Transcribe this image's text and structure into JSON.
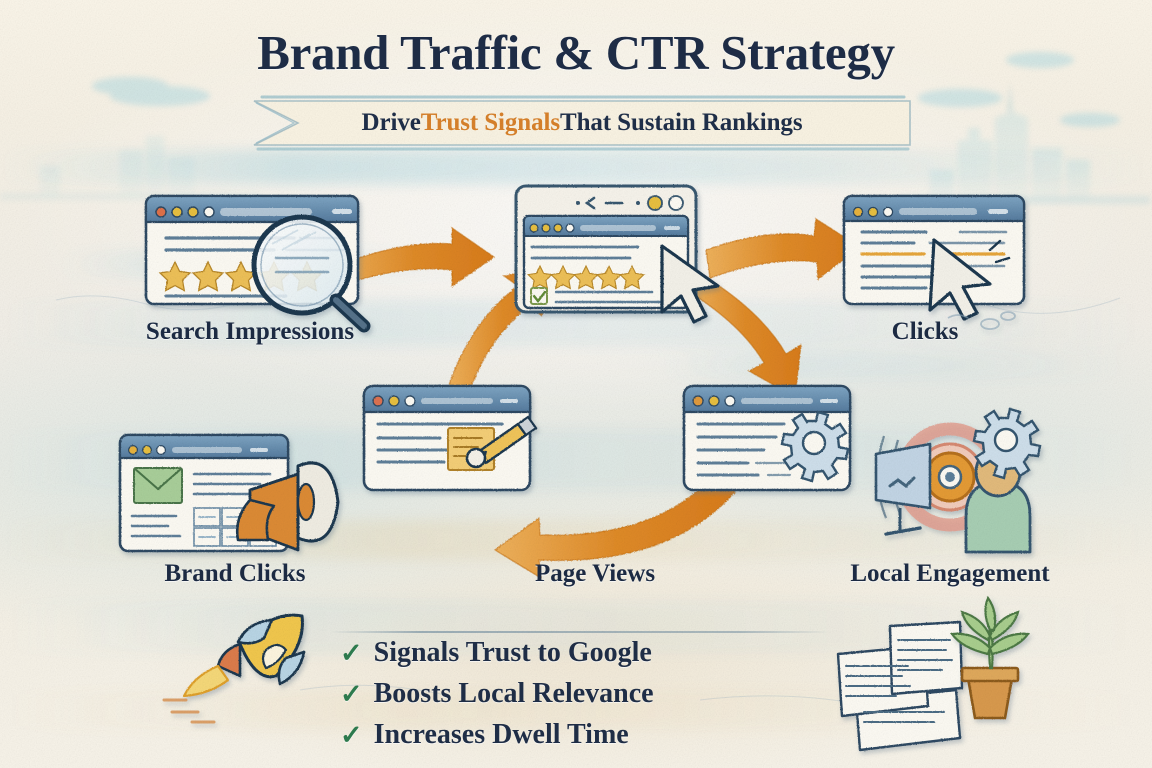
{
  "header": {
    "title": "Brand Traffic & CTR Strategy",
    "subtitle_pre": "Drive ",
    "subtitle_highlight": "Trust Signals",
    "subtitle_post": " That Sustain Rankings",
    "title_color": "#1e2d47",
    "highlight_color": "#d9822b"
  },
  "nodes": [
    {
      "id": "search-impressions",
      "label": "Search Impressions",
      "icon": "browser-window-stars-magnifier-icon"
    },
    {
      "id": "engagement-window",
      "label": "",
      "icon": "browser-window-stars-checkbox-cursor-icon"
    },
    {
      "id": "clicks",
      "label": "Clicks",
      "icon": "browser-window-cursor-icon"
    },
    {
      "id": "brand-clicks",
      "label": "Brand Clicks",
      "icon": "browser-window-envelope-megaphone-icon"
    },
    {
      "id": "page-views",
      "label": "Page Views",
      "icon": "browser-window-note-pencil-icon"
    },
    {
      "id": "local-engagement",
      "label": "Local Engagement",
      "icon": "browser-window-gear-target-person-icon"
    }
  ],
  "arrows": [
    {
      "name": "arrow-impressions-to-center",
      "direction": "right"
    },
    {
      "name": "arrow-center-to-clicks",
      "direction": "right-down"
    },
    {
      "name": "arrow-clicks-to-engagement",
      "direction": "down"
    },
    {
      "name": "arrow-engagement-to-views",
      "direction": "left"
    },
    {
      "name": "arrow-views-to-center",
      "direction": "up-right"
    }
  ],
  "benefits": {
    "check_glyph": "✓",
    "check_color": "#2e7d4f",
    "items": [
      "Signals Trust to Google",
      "Boosts Local Relevance",
      "Increases Dwell Time"
    ]
  },
  "decor": {
    "rocket": "rocket-icon",
    "documents": "documents-stack-icon",
    "plant": "potted-plant-icon",
    "skyline": "city-skyline-icon"
  },
  "palette": {
    "paper": "#f6f1e6",
    "ink": "#1e2d47",
    "accent_orange": "#e08b28",
    "accent_blue": "#4a7fa5",
    "star_gold": "#e8b63c",
    "green": "#2e7d4f"
  }
}
